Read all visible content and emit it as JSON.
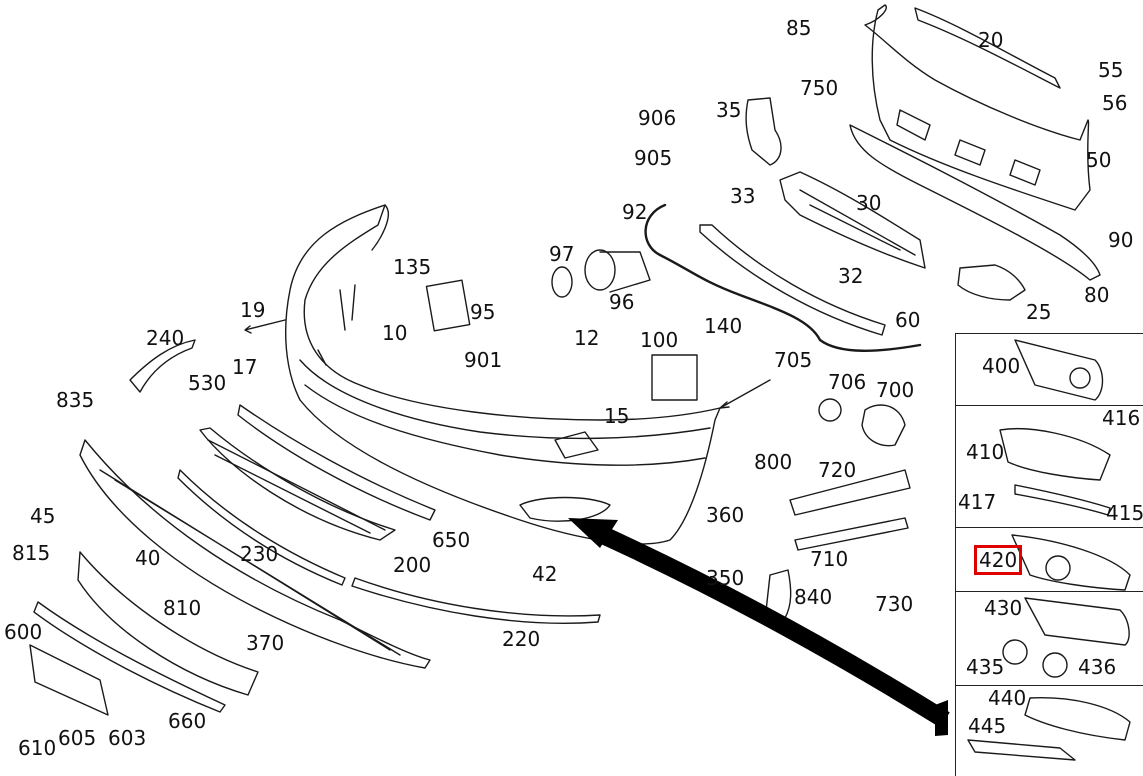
{
  "part_labels": {
    "p85": "85",
    "p20": "20",
    "p55": "55",
    "p56": "56",
    "p750": "750",
    "p50": "50",
    "p35": "35",
    "p906": "906",
    "p905": "905",
    "p92": "92",
    "p33": "33",
    "p30": "30",
    "p90": "90",
    "p97": "97",
    "p135": "135",
    "p32": "32",
    "p96": "96",
    "p80": "80",
    "p19": "19",
    "p95": "95",
    "p25": "25",
    "p60": "60",
    "p240": "240",
    "p10": "10",
    "p12": "12",
    "p100": "100",
    "p140": "140",
    "p901": "901",
    "p17": "17",
    "p530": "530",
    "p705": "705",
    "p706": "706",
    "p700": "700",
    "p835": "835",
    "p15": "15",
    "p800": "800",
    "p720": "720",
    "p45": "45",
    "p815": "815",
    "p40": "40",
    "p650": "650",
    "p360": "360",
    "p230": "230",
    "p200": "200",
    "p42": "42",
    "p710": "710",
    "p350": "350",
    "p810": "810",
    "p840": "840",
    "p730": "730",
    "p600": "600",
    "p370": "370",
    "p220": "220",
    "p660": "660",
    "p610": "610",
    "p605": "605",
    "p603": "603",
    "p400": "400",
    "p416": "416",
    "p410": "410",
    "p417": "417",
    "p415": "415",
    "p420": "420",
    "p430": "430",
    "p435": "435",
    "p436": "436",
    "p440": "440",
    "p445": "445"
  },
  "selected_part": "420",
  "colors": {
    "line": "#1a1a1a",
    "highlight": "#e00000",
    "arrow": "#000000",
    "background": "#ffffff"
  }
}
